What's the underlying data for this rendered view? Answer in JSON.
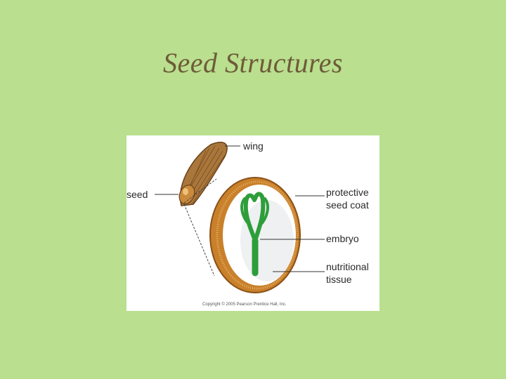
{
  "slide": {
    "title": "Seed Structures"
  },
  "figure": {
    "labels": {
      "wing": "wing",
      "seed": "seed",
      "protective_seed_coat_line1": "protective",
      "protective_seed_coat_line2": "seed coat",
      "embryo": "embryo",
      "nutritional_tissue_line1": "nutritional",
      "nutritional_tissue_line2": "tissue"
    },
    "credit": "Copyright © 2005 Pearson Prentice Hall, Inc."
  },
  "colors": {
    "background": "#b9df8f",
    "title": "#6e5b38",
    "seed_coat": "#c9802b",
    "embryo": "#2e9e3a"
  }
}
